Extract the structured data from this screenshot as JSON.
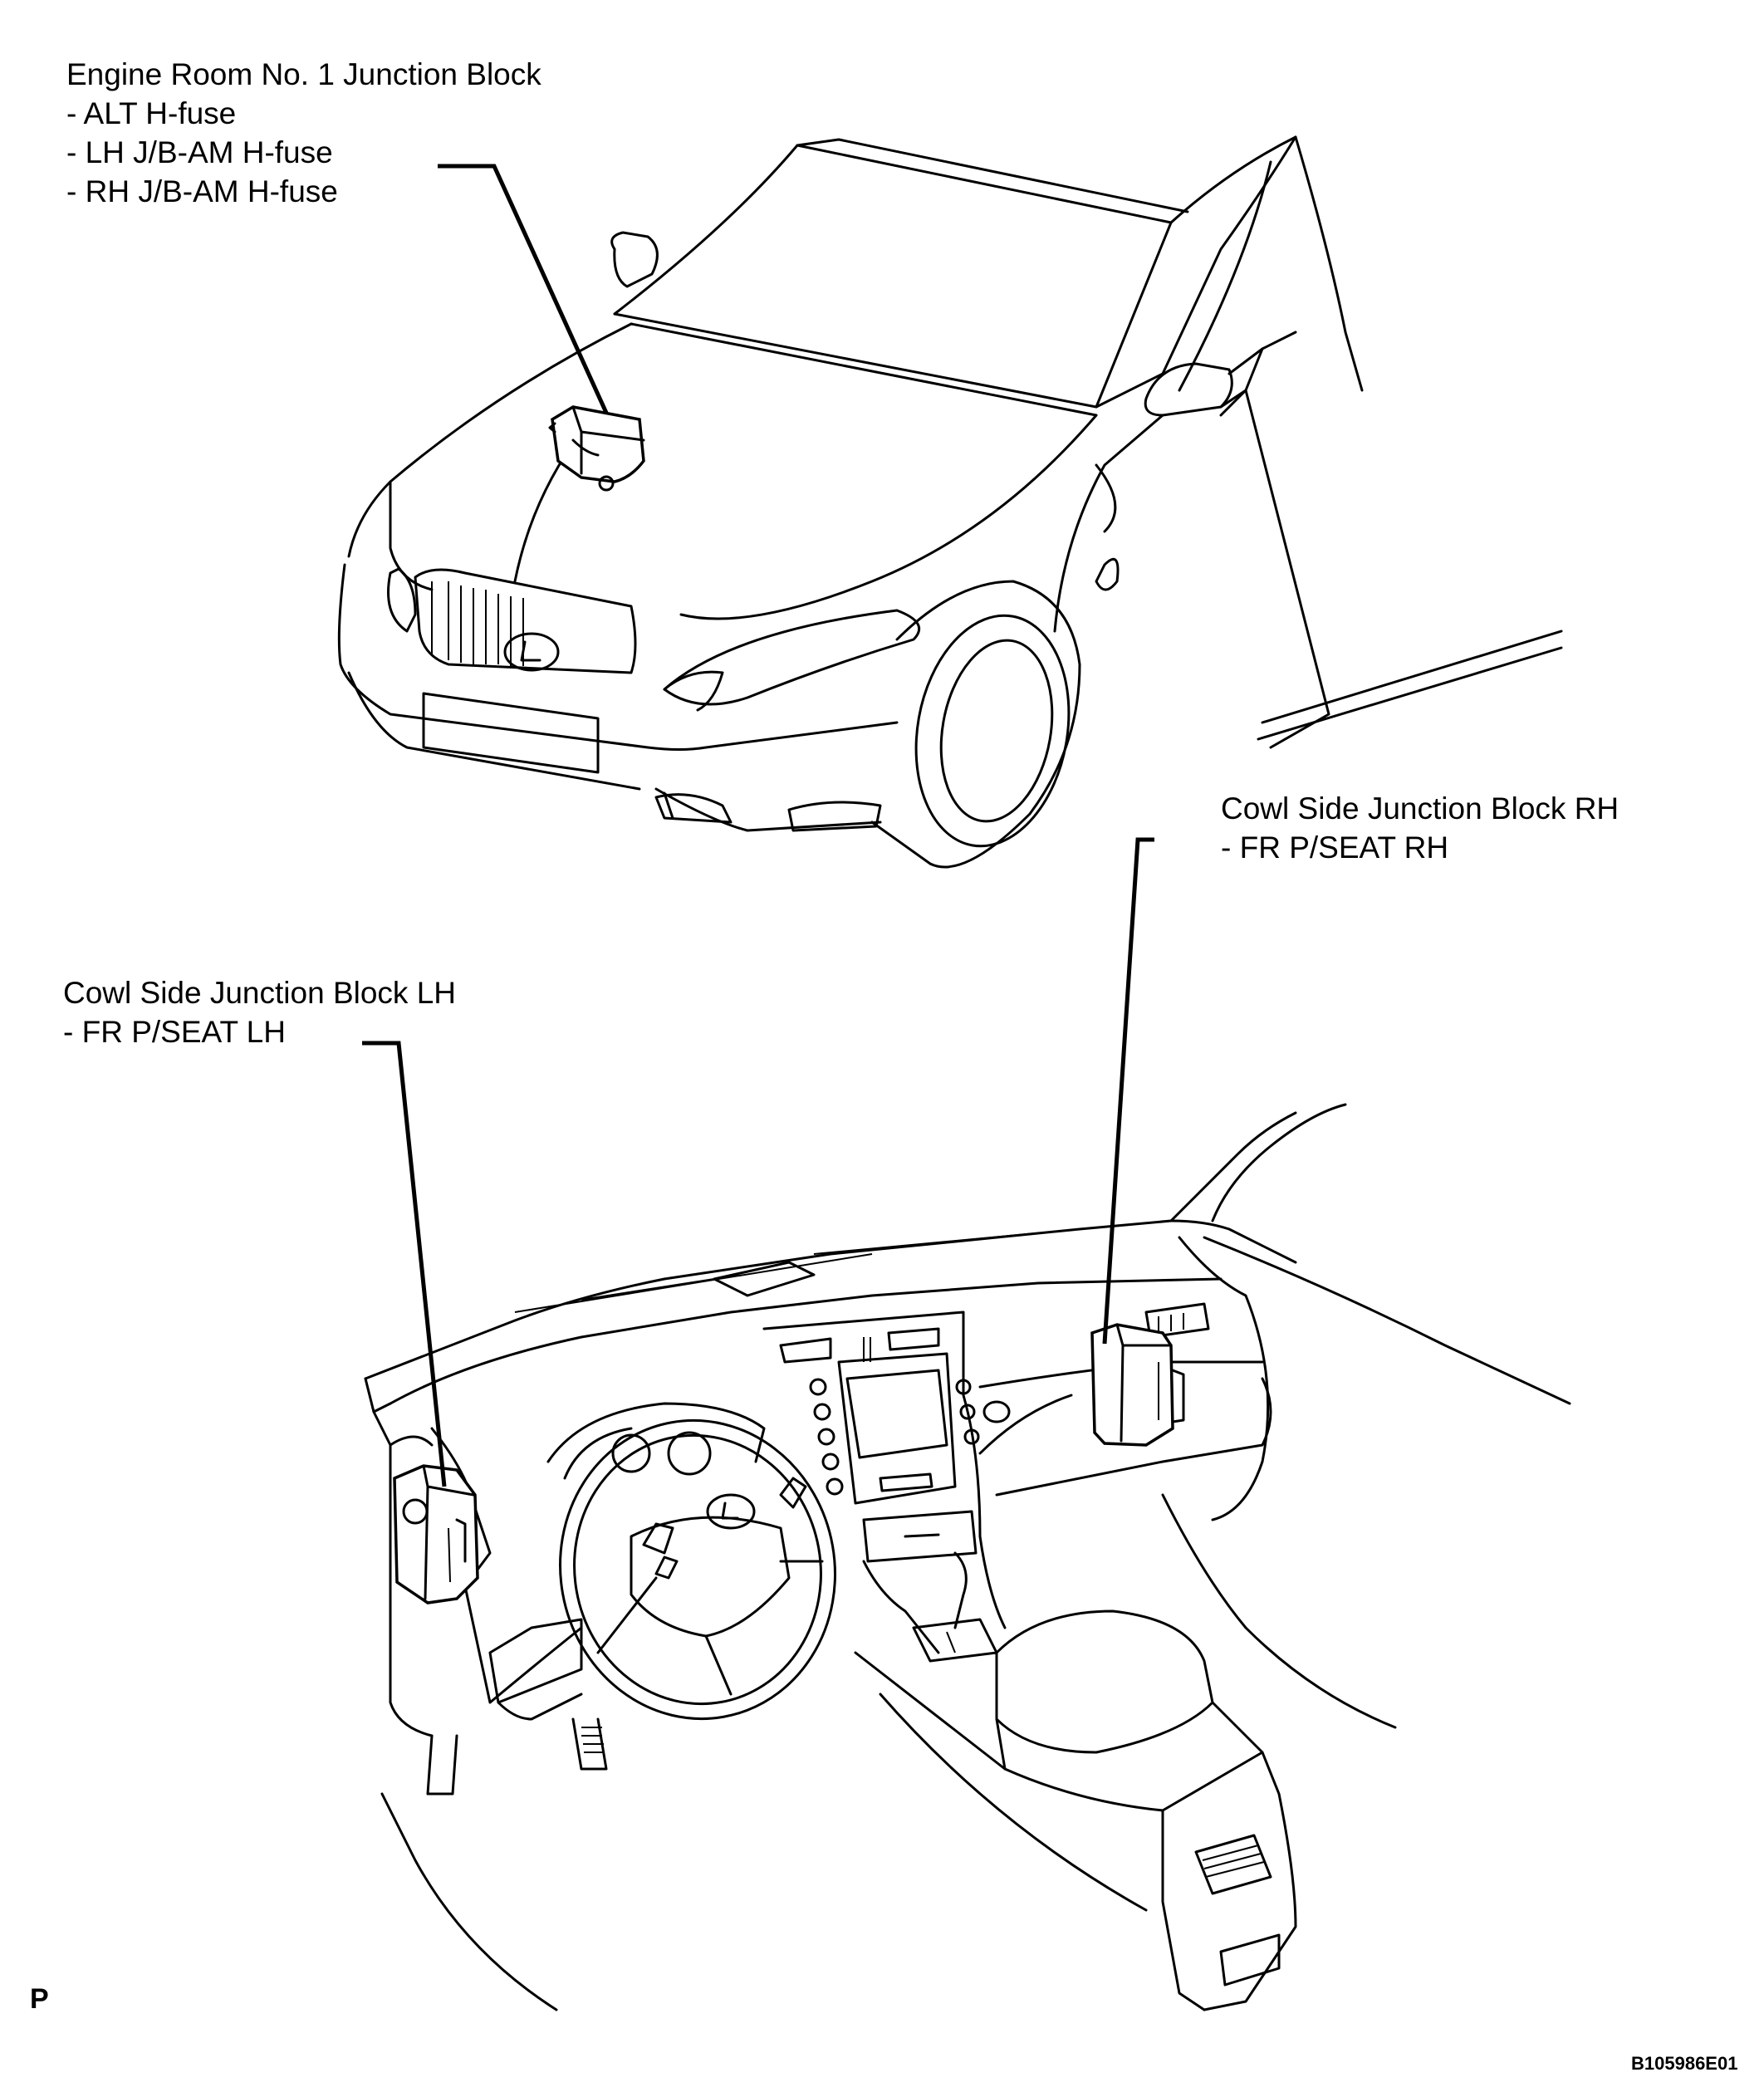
{
  "callouts": {
    "engine_room": {
      "title": "Engine Room No. 1 Junction Block",
      "items": [
        "- ALT H-fuse",
        "- LH J/B-AM H-fuse",
        "- RH J/B-AM H-fuse"
      ]
    },
    "cowl_rh": {
      "title": "Cowl Side Junction Block RH",
      "items": [
        "- FR P/SEAT RH"
      ]
    },
    "cowl_lh": {
      "title": "Cowl Side Junction Block LH",
      "items": [
        "- FR P/SEAT LH"
      ]
    }
  },
  "footer": {
    "mark": "P",
    "figure_id": "B105986E01"
  }
}
